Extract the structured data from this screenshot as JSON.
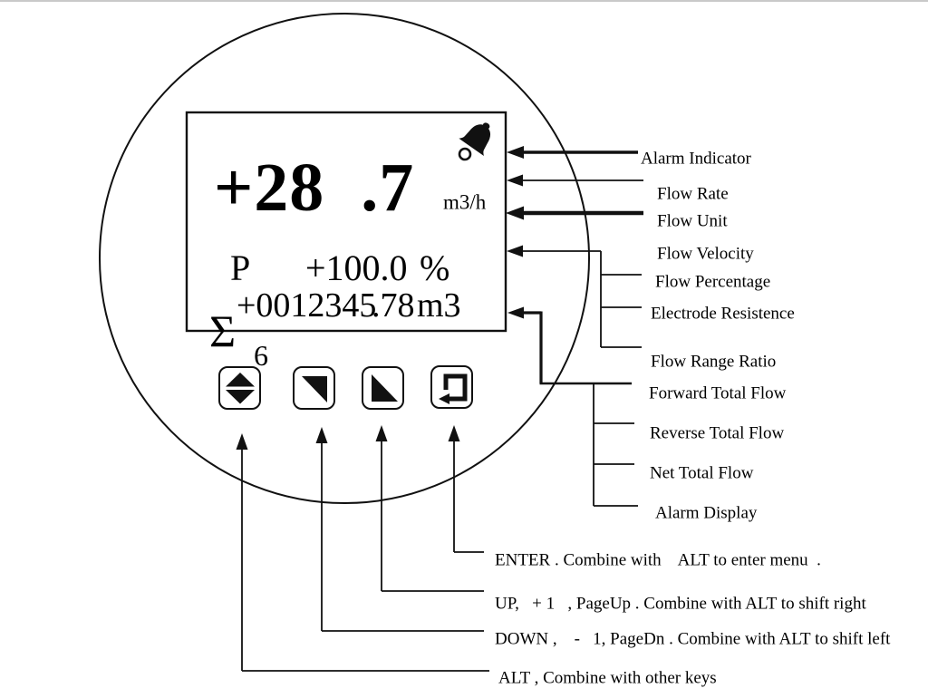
{
  "display": {
    "flow_rate": "+28  .7",
    "flow_unit": "m3/h",
    "percent_prefix": "P",
    "percent_value": "+100.0",
    "percent_unit": "%",
    "sigma": "Σ",
    "sigma_subscript": "6",
    "total_value": "+0012345",
    "total_decimal": ".78",
    "total_unit": "m3"
  },
  "callouts": {
    "alarm_indicator": "Alarm Indicator",
    "flow_rate": "Flow Rate",
    "flow_unit": "Flow Unit",
    "flow_velocity": "Flow Velocity",
    "flow_percentage": "Flow Percentage",
    "electrode_resistance": "Electrode Resistence",
    "flow_range_ratio": "Flow Range Ratio",
    "forward_total_flow": "Forward Total Flow",
    "reverse_total_flow": "Reverse Total Flow",
    "net_total_flow": "Net Total Flow",
    "alarm_display": "Alarm Display"
  },
  "key_descriptions": {
    "enter": "ENTER . Combine with    ALT to enter menu  .",
    "up": "UP,   + 1   , PageUp . Combine with ALT to shift right",
    "down": "DOWN ,    -   1, PageDn . Combine with ALT to shift left",
    "alt": "ALT , Combine with other keys"
  }
}
